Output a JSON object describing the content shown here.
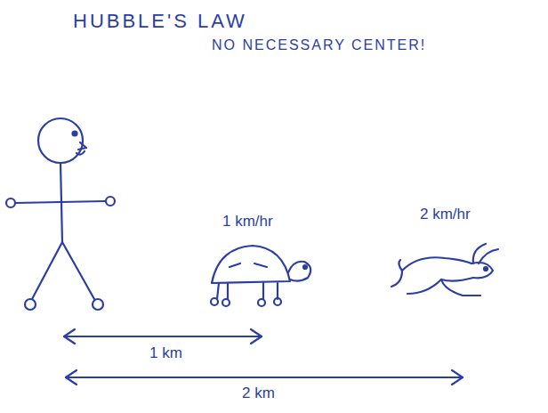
{
  "diagram": {
    "title": "HUBBLE'S LAW",
    "labels": [
      "NO NECESSARY CENTER!",
      "1 km/hr",
      "2 km/hr",
      "1 km",
      "2 km"
    ]
  }
}
